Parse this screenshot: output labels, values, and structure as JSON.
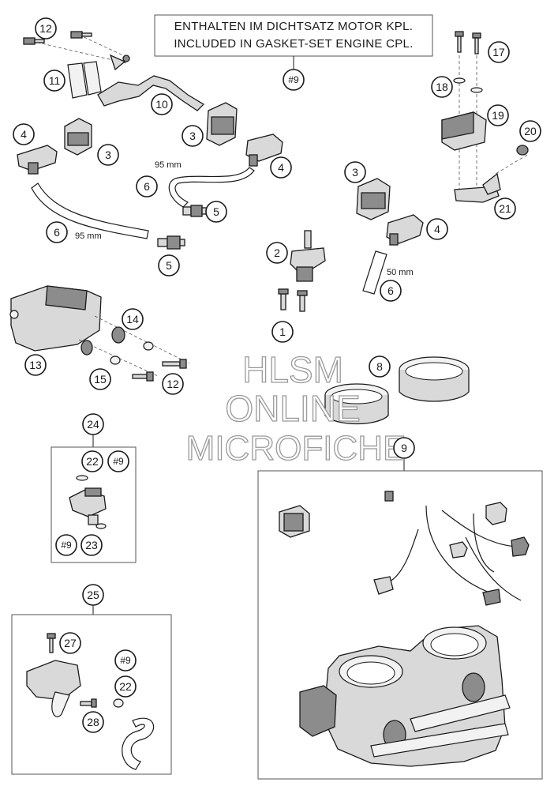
{
  "note": {
    "line1": "ENTHALTEN IM DICHTSATZ MOTOR KPL.",
    "line2": "INCLUDED IN GASKET-SET ENGINE CPL.",
    "ref": "#9"
  },
  "labels": {
    "hose_95_a": "95 mm",
    "hose_95_b": "95 mm",
    "hose_50": "50 mm"
  },
  "callouts": {
    "c1": "1",
    "c2": "2",
    "c3a": "3",
    "c3b": "3",
    "c3c": "3",
    "c4a": "4",
    "c4b": "4",
    "c4c": "4",
    "c5a": "5",
    "c5b": "5",
    "c6a": "6",
    "c6b": "6",
    "c6c": "6",
    "c8": "8",
    "c9": "9",
    "c10": "10",
    "c11": "11",
    "c12a": "12",
    "c12b": "12",
    "c13": "13",
    "c14": "14",
    "c15": "15",
    "c17": "17",
    "c18": "18",
    "c19": "19",
    "c20": "20",
    "c21": "21",
    "c22a": "22",
    "c22b": "22",
    "c23": "23",
    "c24": "24",
    "c25": "25",
    "c27": "27",
    "c28": "28",
    "h9a": "#9",
    "h9b": "#9",
    "h9c": "#9",
    "h9d": "#9"
  },
  "watermark": {
    "line1": "HLSM",
    "line2": "ONLINE",
    "line3": "MICROFICHE"
  }
}
